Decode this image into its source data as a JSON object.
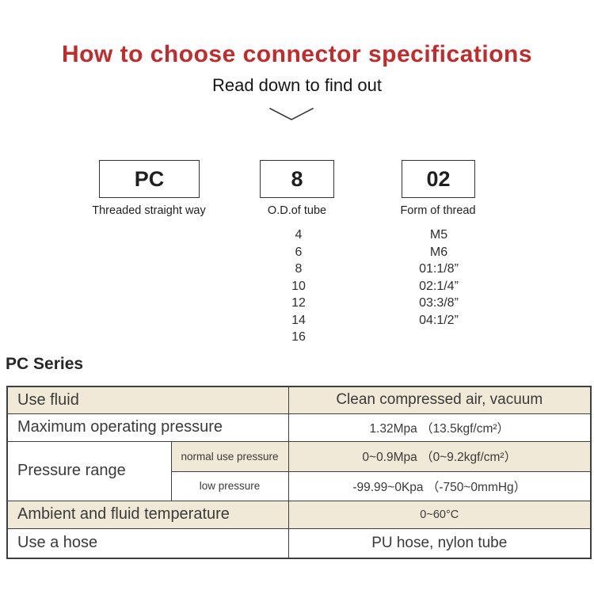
{
  "title": "How to choose connector specifications",
  "subtitle": "Read down to find out",
  "selector": {
    "columns": [
      {
        "code": "PC",
        "label": "Threaded straight way"
      },
      {
        "code": "8",
        "label": "O.D.of tube",
        "options": [
          "4",
          "6",
          "8",
          "10",
          "12",
          "14",
          "16"
        ]
      },
      {
        "code": "02",
        "label": "Form of thread",
        "options": [
          "M5",
          "M6",
          "01:1/8”",
          "02:1/4”",
          "03:3/8”",
          "04:1/2”"
        ]
      }
    ]
  },
  "series_title": "PC Series",
  "spec_table": {
    "rows": [
      {
        "label": "Use fluid",
        "value": "Clean compressed air, vacuum"
      },
      {
        "label": "Maximum operating pressure",
        "value": "1.32Mpa （13.5kgf/cm²）"
      },
      {
        "label": "Pressure range",
        "sub_rows": [
          {
            "label": "normal use pressure",
            "value": "0~0.9Mpa （0~9.2kgf/cm²）"
          },
          {
            "label": "low pressure",
            "value": "-99.99~0Kpa （-750~0mmHg）"
          }
        ]
      },
      {
        "label": "Ambient and fluid temperature",
        "value": "0~60°C"
      },
      {
        "label": "Use a hose",
        "value": "PU hose, nylon tube"
      }
    ]
  },
  "colors": {
    "accent_red": "#c02b2b",
    "row_beige": "#f0e9d8",
    "table_border": "#3f3f3f"
  }
}
